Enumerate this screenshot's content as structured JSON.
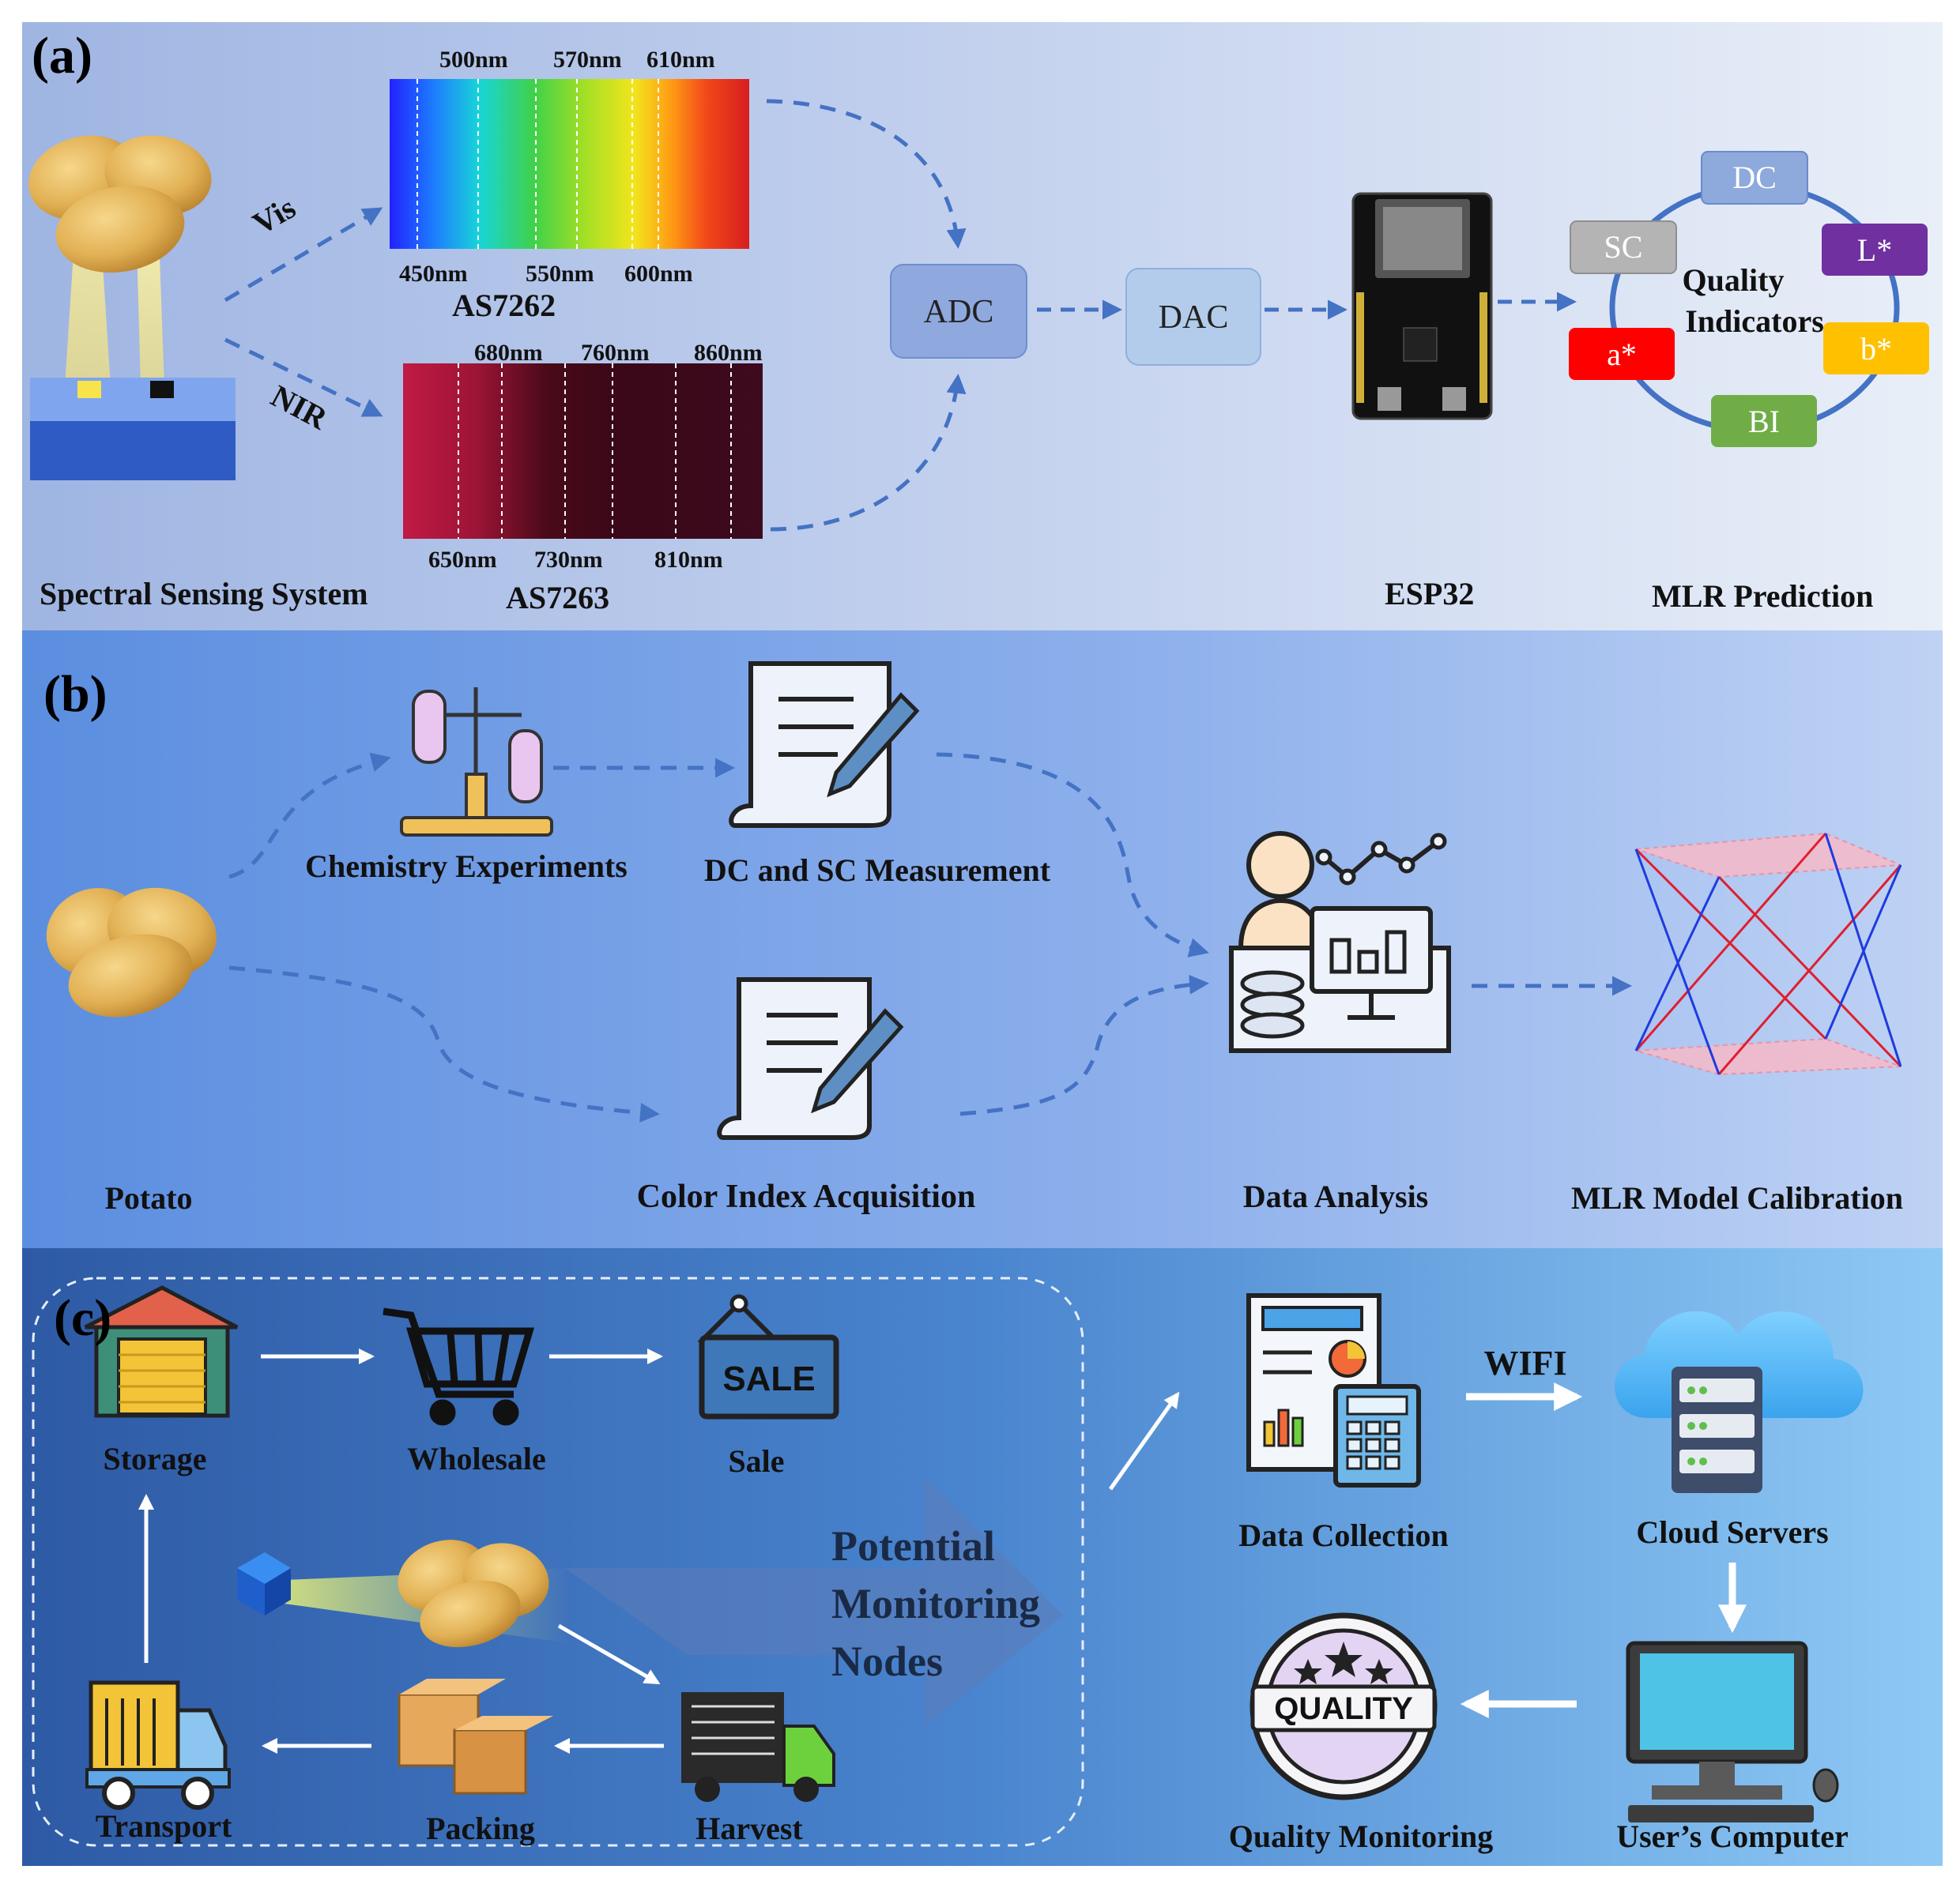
{
  "panel_a": {
    "label": "(a)",
    "vis_label": "Vis",
    "nir_label": "NIR",
    "vis_top_ticks": [
      "500nm",
      "570nm",
      "610nm"
    ],
    "vis_bottom_ticks": [
      "450nm",
      "550nm",
      "600nm"
    ],
    "vis_sensor": "AS7262",
    "nir_top_ticks": [
      "680nm",
      "760nm",
      "860nm"
    ],
    "nir_bottom_ticks": [
      "650nm",
      "730nm",
      "810nm"
    ],
    "nir_sensor": "AS7263",
    "adc": "ADC",
    "dac": "DAC",
    "esp_label": "ESP32",
    "quality_line1": "Quality",
    "quality_line2": "Indicators",
    "indicators": [
      "DC",
      "SC",
      "L*",
      "a*",
      "b*",
      "BI"
    ],
    "system_label": "Spectral Sensing System",
    "mlr_prediction": "MLR Prediction",
    "colors": {
      "dc": "#8EA9DB",
      "sc": "#B4B4B4",
      "l": "#7030A0",
      "a": "#FF0000",
      "b": "#FFC000",
      "bi": "#70AD47"
    }
  },
  "panel_b": {
    "label": "(b)",
    "chemistry": "Chemistry Experiments",
    "dc_sc": "DC and SC Measurement",
    "potato": "Potato",
    "color_index": "Color Index Acquisition",
    "data_analysis": "Data Analysis",
    "mlr_calibration": "MLR Model Calibration"
  },
  "panel_c": {
    "label": "(c)",
    "storage": "Storage",
    "wholesale": "Wholesale",
    "sale": "Sale",
    "sale_sign": "SALE",
    "transport": "Transport",
    "packing": "Packing",
    "harvest": "Harvest",
    "potential_line1": "Potential",
    "potential_line2": "Monitoring",
    "potential_line3": "Nodes",
    "data_collection": "Data Collection",
    "wifi": "WIFI",
    "cloud": "Cloud Servers",
    "quality_monitoring": "Quality Monitoring",
    "users_computer": "User’s Computer",
    "quality_badge": "QUALITY"
  }
}
